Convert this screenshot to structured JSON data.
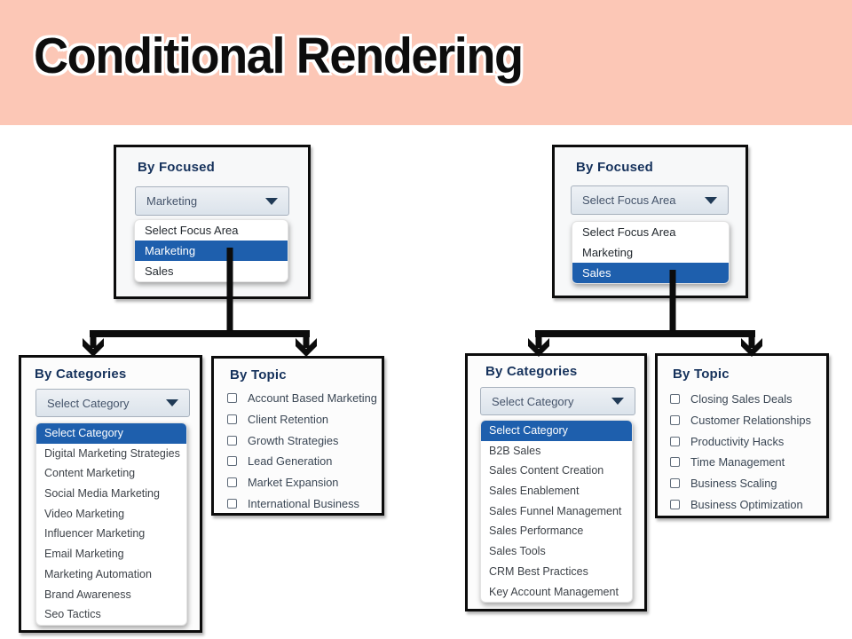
{
  "header": {
    "title": "Conditional Rendering"
  },
  "colors": {
    "header_bg": "#fcc7b6",
    "highlight_blue": "#1e5fad",
    "title_navy": "#16325c"
  },
  "left": {
    "focus": {
      "title": "By Focused",
      "select_value": "Marketing",
      "options": [
        "Select Focus Area",
        "Marketing",
        "Sales"
      ],
      "selected_index": 1
    },
    "categories": {
      "title": "By Categories",
      "select_value": "Select Category",
      "options": [
        "Select Category",
        "Digital Marketing Strategies",
        "Content Marketing",
        "Social Media Marketing",
        "Video Marketing",
        "Influencer Marketing",
        "Email Marketing",
        "Marketing Automation",
        "Brand Awareness",
        "Seo Tactics"
      ],
      "selected_index": 0
    },
    "topics": {
      "title": "By Topic",
      "items": [
        "Account Based Marketing",
        "Client Retention",
        "Growth Strategies",
        "Lead Generation",
        "Market Expansion",
        "International Business"
      ]
    }
  },
  "right": {
    "focus": {
      "title": "By Focused",
      "select_value": "Select Focus Area",
      "options": [
        "Select Focus Area",
        "Marketing",
        "Sales"
      ],
      "selected_index": 2
    },
    "categories": {
      "title": "By Categories",
      "select_value": "Select Category",
      "options": [
        "Select Category",
        "B2B Sales",
        "Sales Content Creation",
        "Sales Enablement",
        "Sales Funnel Management",
        "Sales Performance",
        "Sales Tools",
        "CRM Best Practices",
        "Key Account Management"
      ],
      "selected_index": 0
    },
    "topics": {
      "title": "By Topic",
      "items": [
        "Closing Sales Deals",
        "Customer Relationships",
        "Productivity Hacks",
        "Time Management",
        "Business Scaling",
        "Business Optimization"
      ]
    }
  }
}
